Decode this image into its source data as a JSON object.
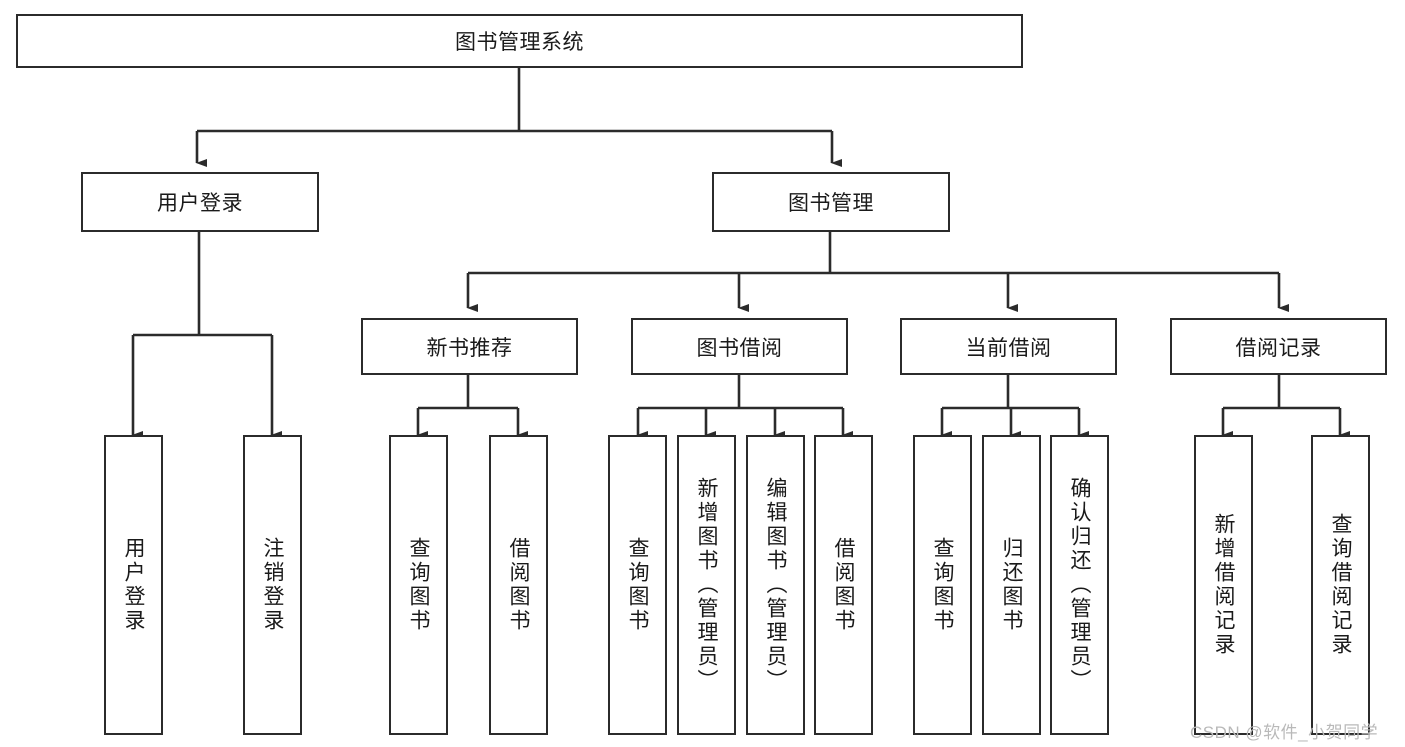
{
  "diagram": {
    "type": "tree-hierarchy-chart",
    "title_node": {
      "label": "图书管理系统"
    },
    "level1": [
      {
        "id": "user-login",
        "label": "用户登录"
      },
      {
        "id": "book-management",
        "label": "图书管理"
      }
    ],
    "level2": [
      {
        "id": "new-book-recommend",
        "label": "新书推荐",
        "parent": "book-management"
      },
      {
        "id": "book-borrow",
        "label": "图书借阅",
        "parent": "book-management"
      },
      {
        "id": "current-borrow",
        "label": "当前借阅",
        "parent": "book-management"
      },
      {
        "id": "borrow-record",
        "label": "借阅记录",
        "parent": "book-management"
      }
    ],
    "leaves": {
      "user_login": [
        {
          "id": "leaf-user-login",
          "label": "用户登录"
        },
        {
          "id": "leaf-user-logout",
          "label": "注销登录"
        }
      ],
      "new_book_recommend": [
        {
          "id": "leaf-query-book-1",
          "label": "查询图书"
        },
        {
          "id": "leaf-borrow-book-1",
          "label": "借阅图书"
        }
      ],
      "book_borrow": [
        {
          "id": "leaf-query-book-2",
          "label": "查询图书"
        },
        {
          "id": "leaf-add-book",
          "label": "新增图书（管理员）"
        },
        {
          "id": "leaf-edit-book",
          "label": "编辑图书（管理员）"
        },
        {
          "id": "leaf-borrow-book-2",
          "label": "借阅图书"
        }
      ],
      "current_borrow": [
        {
          "id": "leaf-query-book-3",
          "label": "查询图书"
        },
        {
          "id": "leaf-return-book",
          "label": "归还图书"
        },
        {
          "id": "leaf-confirm-return",
          "label": "确认归还（管理员）"
        }
      ],
      "borrow_record": [
        {
          "id": "leaf-add-record",
          "label": "新增借阅记录"
        },
        {
          "id": "leaf-query-record",
          "label": "查询借阅记录"
        }
      ]
    },
    "colors": {
      "stroke": "#2b2b2b",
      "fill": "#ffffff",
      "text": "#1a1a1a",
      "watermark": "#b9b9b9"
    }
  },
  "watermark": {
    "text": "CSDN @软件_小贺同学"
  }
}
